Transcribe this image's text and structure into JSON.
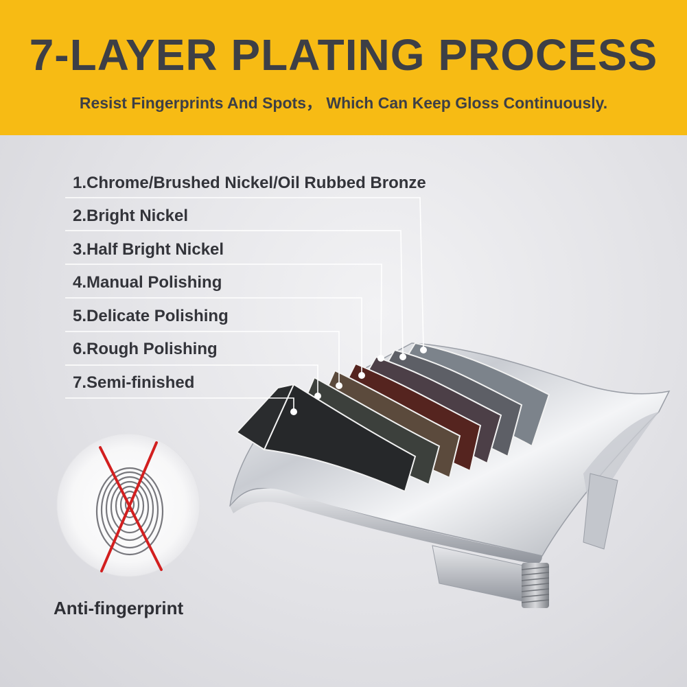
{
  "header": {
    "title": "7-LAYER PLATING PROCESS",
    "subtitle": "Resist Fingerprints And Spots，  Which Can Keep Gloss Continuously.",
    "background_color": "#f7bb14",
    "text_color": "#3d3f46"
  },
  "layers": [
    {
      "label": "1.Chrome/Brushed Nickel/Oil Rubbed Bronze",
      "color": "#7c838b"
    },
    {
      "label": "2.Bright Nickel",
      "color": "#5d5f66"
    },
    {
      "label": "3.Half Bright Nickel",
      "color": "#4c3f47"
    },
    {
      "label": "4.Manual Polishing",
      "color": "#55241f"
    },
    {
      "label": "5.Delicate Polishing",
      "color": "#5b4a3c"
    },
    {
      "label": "6.Rough Polishing",
      "color": "#3c403c"
    },
    {
      "label": "7.Semi-finished",
      "color": "#26282a"
    }
  ],
  "badge": {
    "label": "Anti-fingerprint",
    "icon": "fingerprint-icon",
    "cross_icon": "red-cross-icon",
    "cross_color": "#d21f1f"
  }
}
